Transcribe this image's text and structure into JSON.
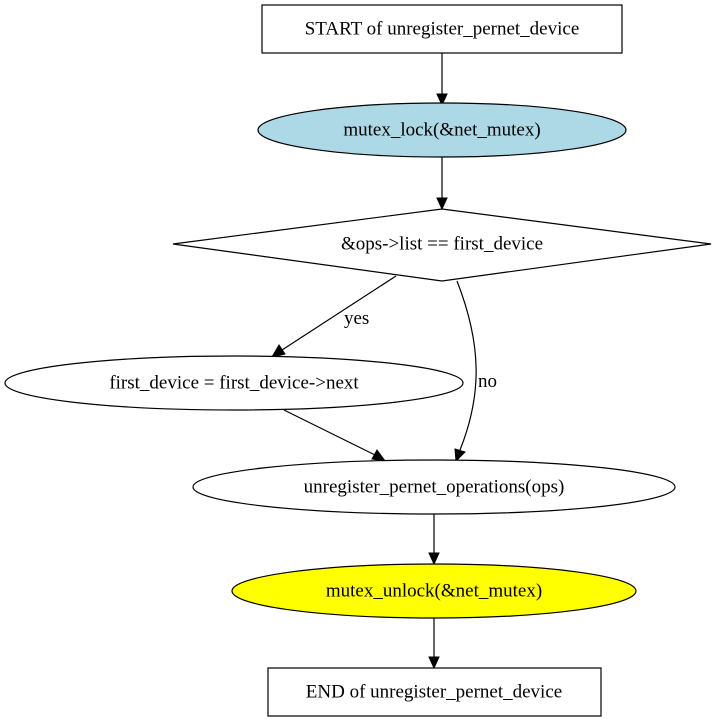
{
  "nodes": {
    "start": {
      "label": "START of unregister_pernet_device"
    },
    "lock": {
      "label": "mutex_lock(&net_mutex)",
      "fill": "#add8e6"
    },
    "decision": {
      "label": "&ops->list == first_device"
    },
    "assign": {
      "label": "first_device = first_device->next"
    },
    "unregister_ops": {
      "label": "unregister_pernet_operations(ops)"
    },
    "unlock": {
      "label": "mutex_unlock(&net_mutex)",
      "fill": "#ffff00"
    },
    "end": {
      "label": "END of unregister_pernet_device"
    }
  },
  "edges": {
    "yes": {
      "label": "yes"
    },
    "no": {
      "label": "no"
    }
  }
}
